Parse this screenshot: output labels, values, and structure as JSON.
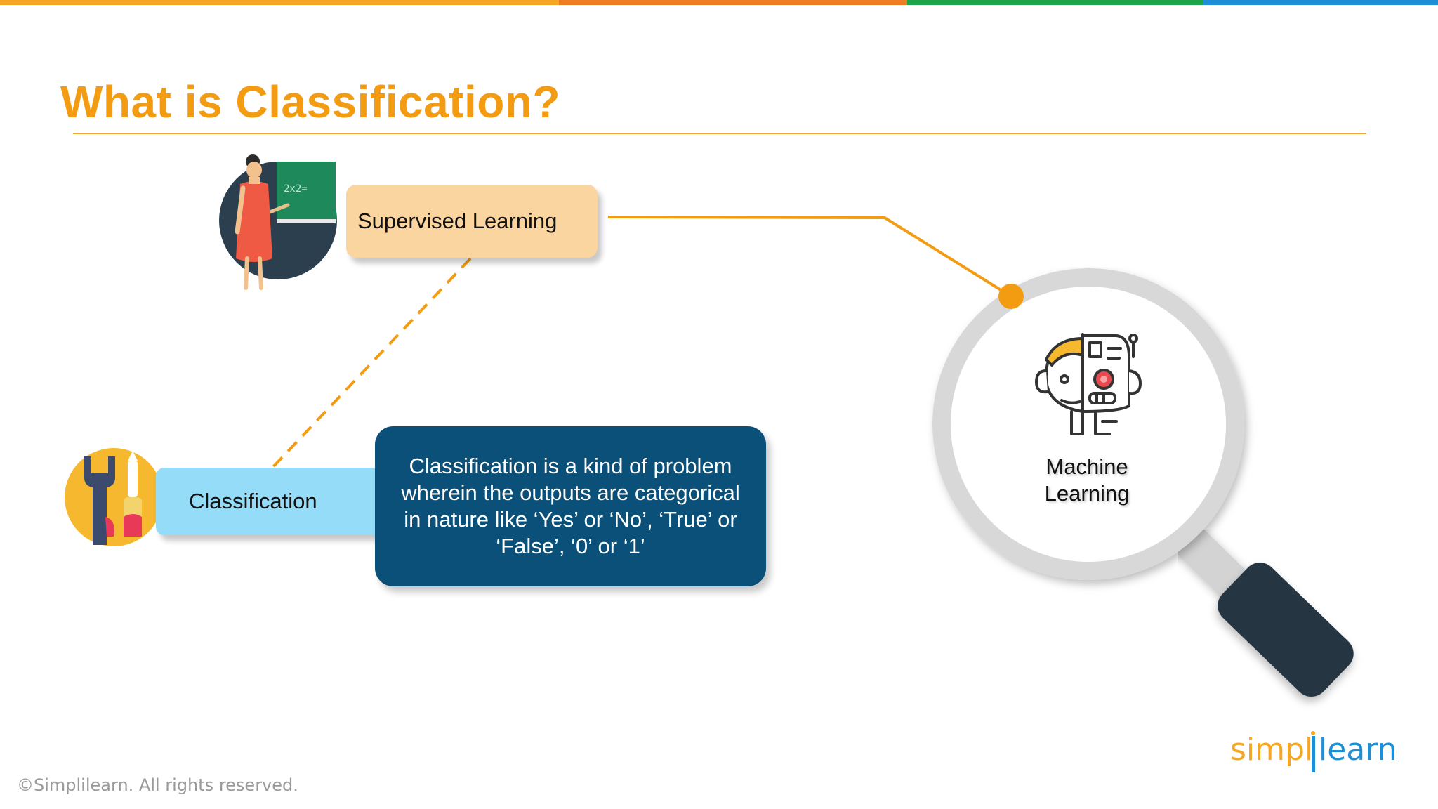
{
  "slide": {
    "title": "What is Classification?",
    "supervised_label": "Supervised Learning",
    "classification_label": "Classification",
    "definition": "Classification is a kind of problem wherein the outputs are categorical in nature like ‘Yes’ or ‘No’, ‘True’ or ‘False’, ‘0’ or ‘1’",
    "ml_label_line1": "Machine",
    "ml_label_line2": "Learning",
    "blackboard_text": "2x2="
  },
  "brand": {
    "logo_left": "simpl",
    "logo_right": "learn",
    "copyright": "©Simplilearn. All rights reserved."
  },
  "colors": {
    "accent_orange": "#f39c12",
    "topbar": [
      "#f5a623",
      "#ee7d24",
      "#1fa34a",
      "#1e8fd6"
    ],
    "supervised_fill": "#fbd5a0",
    "classification_fill": "#94dcf8",
    "definition_fill": "#0a5078",
    "logo_orange": "#f5a623",
    "logo_blue": "#1e8fd6"
  },
  "icons": [
    "teacher-icon",
    "tools-icon",
    "robot-human-face-icon",
    "magnifying-glass-icon"
  ]
}
